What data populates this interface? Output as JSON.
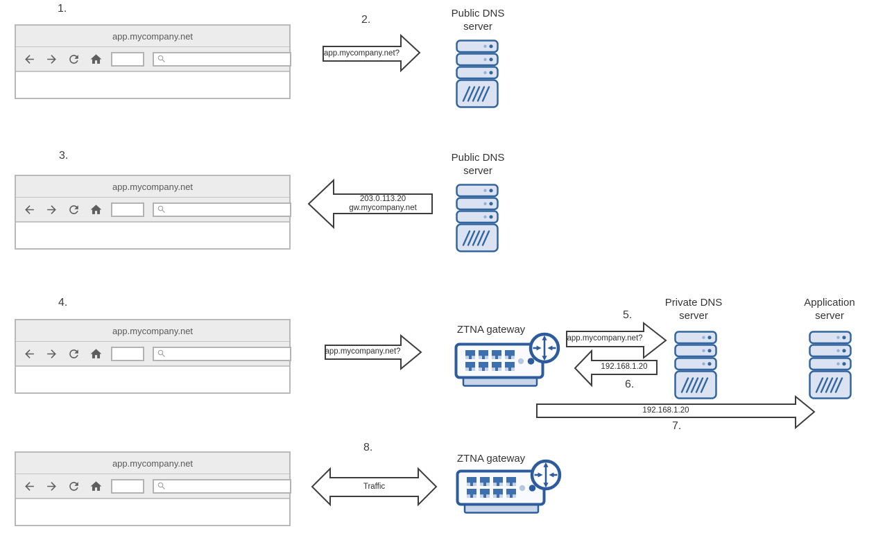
{
  "browser": {
    "url": "app.mycompany.net",
    "icons": {
      "back": "back-arrow-icon",
      "forward": "forward-arrow-icon",
      "refresh": "refresh-icon",
      "home": "home-icon",
      "search": "search-icon"
    }
  },
  "steps": {
    "n1": "1.",
    "n2": "2.",
    "n3": "3.",
    "n4": "4.",
    "n5": "5.",
    "n6": "6.",
    "n7": "7.",
    "n8": "8."
  },
  "nodes": {
    "public_dns_1": "Public DNS\nserver",
    "public_dns_2": "Public DNS\nserver",
    "ztna_gateway_1": "ZTNA gateway",
    "private_dns": "Private DNS\nserver",
    "app_server": "Application\nserver",
    "ztna_gateway_2": "ZTNA gateway"
  },
  "arrows": {
    "query_public": "app.mycompany.net?",
    "response_public": "203.0.113.20\ngw.mycompany.net",
    "query_gateway": "app.mycompany.net?",
    "query_private": "app.mycompany.net?",
    "response_private": "192.168.1.20",
    "forward_ip": "192.168.1.20",
    "traffic": "Traffic"
  },
  "colors": {
    "server_fill": "#dbe3f2",
    "server_stroke": "#33669e",
    "gateway_stroke": "#2d5c9e",
    "gateway_base": "#c9d6e9",
    "port_blue": "#3f70ae",
    "arrow_stroke": "#3d3d3d",
    "ui_bar_gray": "#ececec",
    "ui_border_gray": "#b9b9b9"
  }
}
